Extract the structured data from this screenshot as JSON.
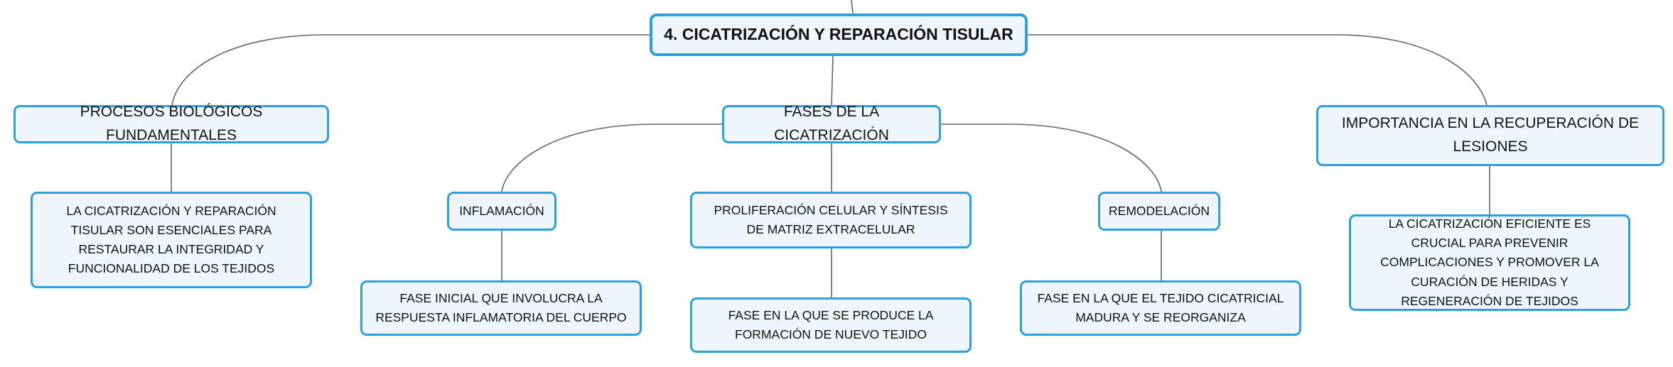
{
  "root": {
    "label": "4. CICATRIZACIÓN Y REPARACIÓN TISULAR"
  },
  "branches": {
    "procesos": {
      "label": "PROCESOS BIOLÓGICOS FUNDAMENTALES",
      "detail": "LA CICATRIZACIÓN Y REPARACIÓN TISULAR SON ESENCIALES PARA RESTAURAR LA INTEGRIDAD Y FUNCIONALIDAD DE LOS TEJIDOS"
    },
    "fases": {
      "label": "FASES DE LA CICATRIZACIÓN",
      "children": [
        {
          "label": "INFLAMACIÓN",
          "detail": "FASE INICIAL QUE INVOLUCRA LA RESPUESTA INFLAMATORIA DEL CUERPO"
        },
        {
          "label": "PROLIFERACIÓN CELULAR Y SÍNTESIS DE MATRIZ EXTRACELULAR",
          "detail": "FASE EN LA QUE SE PRODUCE LA FORMACIÓN DE NUEVO TEJIDO"
        },
        {
          "label": "REMODELACIÓN",
          "detail": "FASE EN LA QUE EL TEJIDO CICATRICIAL MADURA Y SE REORGANIZA"
        }
      ]
    },
    "importancia": {
      "label": "IMPORTANCIA EN LA RECUPERACIÓN DE LESIONES",
      "detail": "LA CICATRIZACIÓN EFICIENTE ES CRUCIAL PARA PREVENIR COMPLICACIONES Y PROMOVER LA CURACIÓN DE HERIDAS Y REGENERACIÓN DE TEJIDOS"
    }
  },
  "colors": {
    "border": "#2e9fe0",
    "fill": "#eef6fc",
    "line": "#666666"
  }
}
